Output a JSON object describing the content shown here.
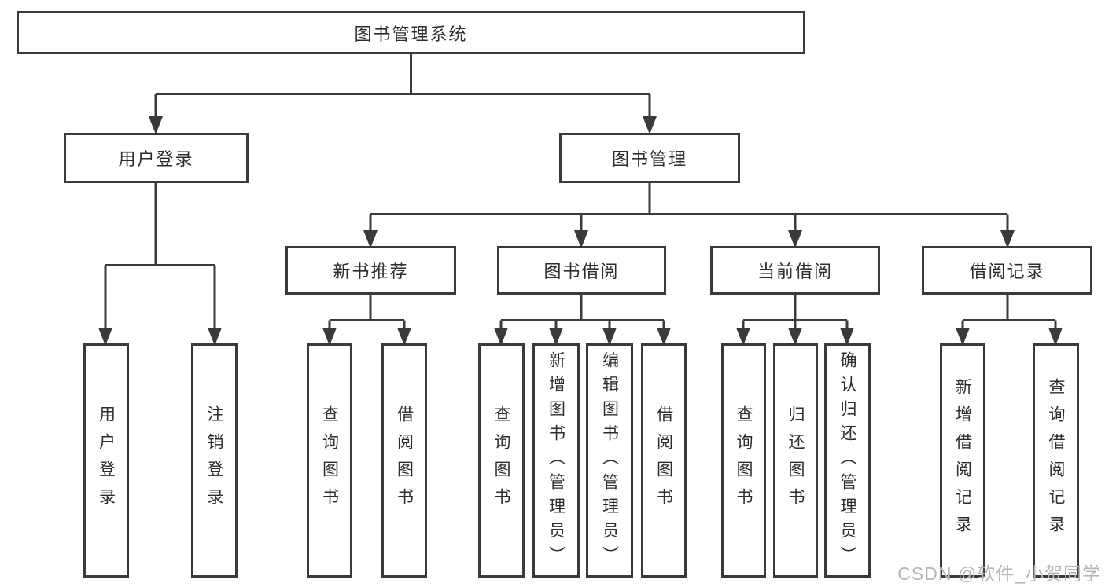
{
  "diagram_title": "图书管理系统",
  "tree": {
    "label": "图书管理系统",
    "children": [
      {
        "label": "用户登录",
        "children": [
          {
            "label": "用户登录"
          },
          {
            "label": "注销登录"
          }
        ]
      },
      {
        "label": "图书管理",
        "children": [
          {
            "label": "新书推荐",
            "children": [
              {
                "label": "查询图书"
              },
              {
                "label": "借阅图书"
              }
            ]
          },
          {
            "label": "图书借阅",
            "children": [
              {
                "label": "查询图书"
              },
              {
                "label": "新增图书（管理员）"
              },
              {
                "label": "编辑图书（管理员）"
              },
              {
                "label": "借阅图书"
              }
            ]
          },
          {
            "label": "当前借阅",
            "children": [
              {
                "label": "查询图书"
              },
              {
                "label": "归还图书"
              },
              {
                "label": "确认归还（管理员）"
              }
            ]
          },
          {
            "label": "借阅记录",
            "children": [
              {
                "label": "新增借阅记录"
              },
              {
                "label": "查询借阅记录"
              }
            ]
          }
        ]
      }
    ]
  },
  "watermark": {
    "text": "CSDN @软件_小贺同学"
  },
  "colors": {
    "line": "#3a3a3a",
    "text": "#2d2d2d",
    "watermark": "#b5b5b5",
    "background": "#ffffff"
  }
}
